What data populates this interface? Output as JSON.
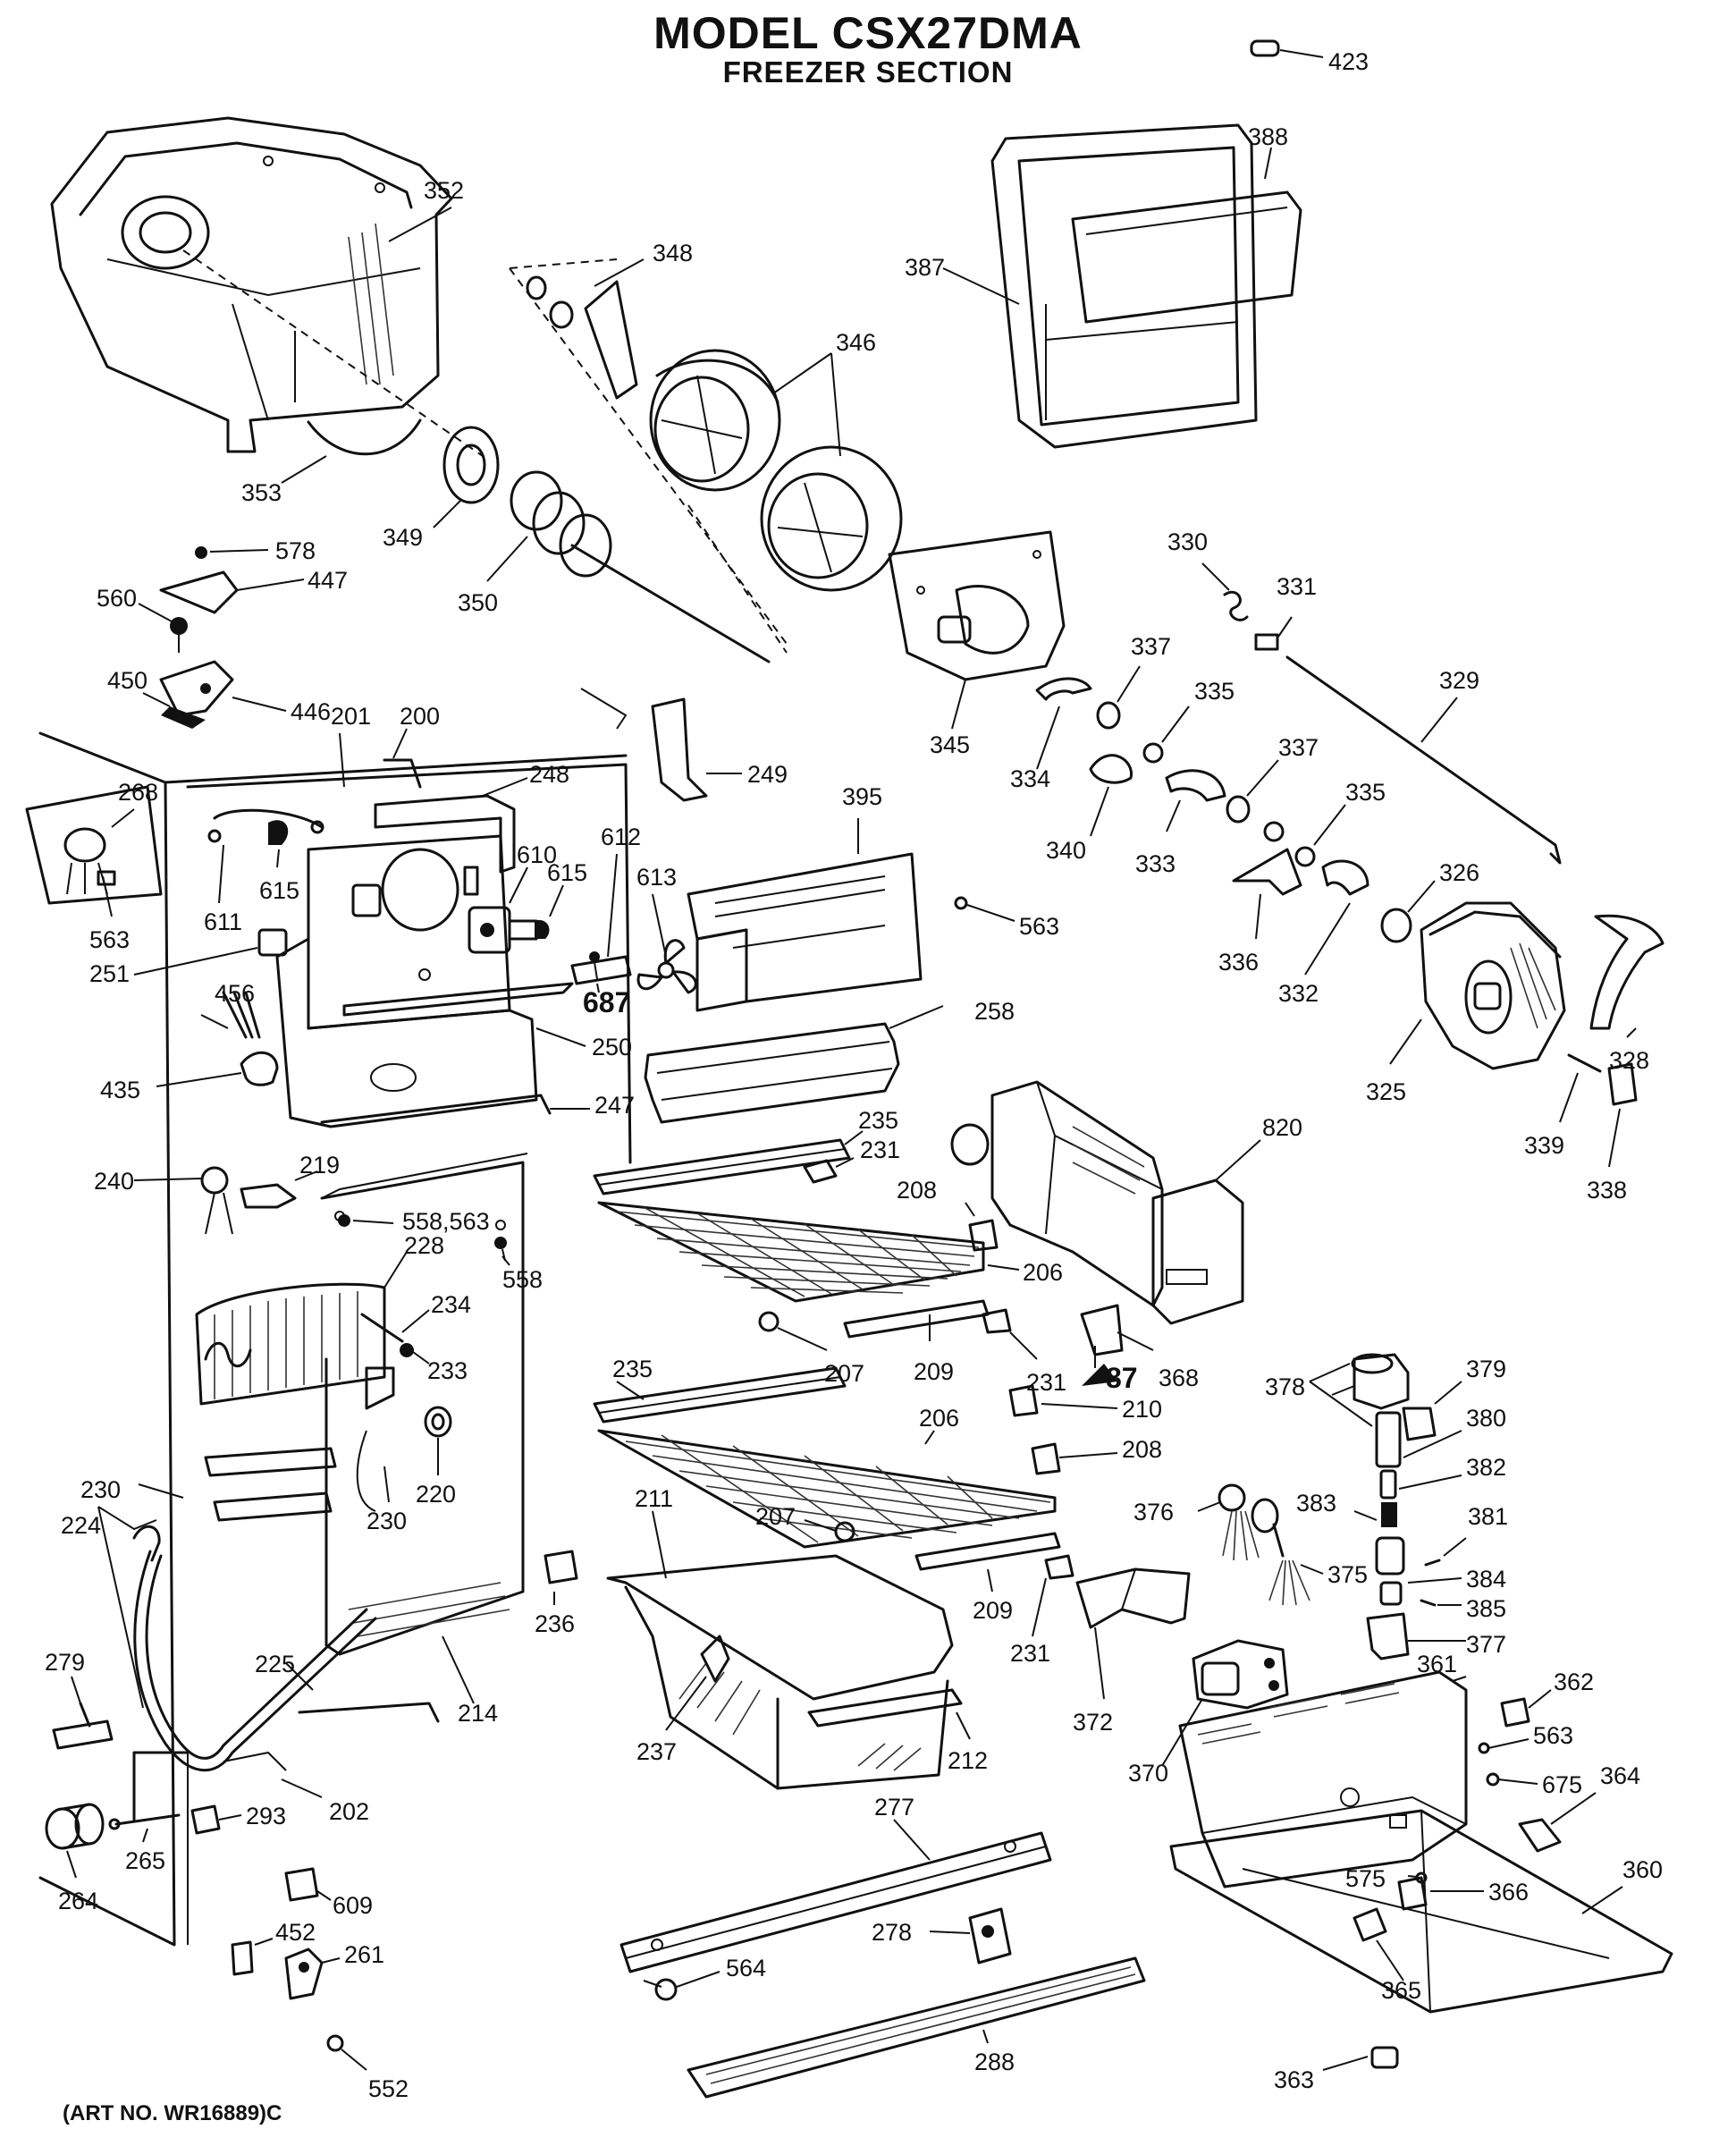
{
  "title": "MODEL CSX27DMA",
  "subtitle": "FREEZER SECTION",
  "art_number": "(ART NO. WR16889)C",
  "callouts": [
    {
      "id": "c423",
      "text": "423"
    },
    {
      "id": "c388",
      "text": "388"
    },
    {
      "id": "c352",
      "text": "352"
    },
    {
      "id": "c348",
      "text": "348"
    },
    {
      "id": "c387",
      "text": "387"
    },
    {
      "id": "c346",
      "text": "346"
    },
    {
      "id": "c353",
      "text": "353"
    },
    {
      "id": "c349",
      "text": "349"
    },
    {
      "id": "c578",
      "text": "578"
    },
    {
      "id": "c330",
      "text": "330"
    },
    {
      "id": "c331",
      "text": "331"
    },
    {
      "id": "c447",
      "text": "447"
    },
    {
      "id": "c560",
      "text": "560"
    },
    {
      "id": "c350",
      "text": "350"
    },
    {
      "id": "c337a",
      "text": "337"
    },
    {
      "id": "c329",
      "text": "329"
    },
    {
      "id": "c450",
      "text": "450"
    },
    {
      "id": "c446",
      "text": "446"
    },
    {
      "id": "c201",
      "text": "201"
    },
    {
      "id": "c200",
      "text": "200"
    },
    {
      "id": "c345",
      "text": "345"
    },
    {
      "id": "c335a",
      "text": "335"
    },
    {
      "id": "c249",
      "text": "249"
    },
    {
      "id": "c334",
      "text": "334"
    },
    {
      "id": "c337b",
      "text": "337"
    },
    {
      "id": "c268",
      "text": "268"
    },
    {
      "id": "c248",
      "text": "248"
    },
    {
      "id": "c395",
      "text": "395"
    },
    {
      "id": "c335b",
      "text": "335"
    },
    {
      "id": "c612",
      "text": "612"
    },
    {
      "id": "c610",
      "text": "610"
    },
    {
      "id": "c340",
      "text": "340"
    },
    {
      "id": "c615a",
      "text": "615"
    },
    {
      "id": "c613",
      "text": "613"
    },
    {
      "id": "c333",
      "text": "333"
    },
    {
      "id": "c326",
      "text": "326"
    },
    {
      "id": "c611",
      "text": "611"
    },
    {
      "id": "c615b",
      "text": "615"
    },
    {
      "id": "c563a",
      "text": "563"
    },
    {
      "id": "c563b",
      "text": "563"
    },
    {
      "id": "c687",
      "text": "687"
    },
    {
      "id": "c336",
      "text": "336"
    },
    {
      "id": "c251",
      "text": "251"
    },
    {
      "id": "c332",
      "text": "332"
    },
    {
      "id": "c456",
      "text": "456"
    },
    {
      "id": "c258",
      "text": "258"
    },
    {
      "id": "c250",
      "text": "250"
    },
    {
      "id": "c328",
      "text": "328"
    },
    {
      "id": "c435",
      "text": "435"
    },
    {
      "id": "c247",
      "text": "247"
    },
    {
      "id": "c325",
      "text": "325"
    },
    {
      "id": "c820",
      "text": "820"
    },
    {
      "id": "c235a",
      "text": "235"
    },
    {
      "id": "c339",
      "text": "339"
    },
    {
      "id": "c231a",
      "text": "231"
    },
    {
      "id": "c240",
      "text": "240"
    },
    {
      "id": "c219",
      "text": "219"
    },
    {
      "id": "c338",
      "text": "338"
    },
    {
      "id": "c208a",
      "text": "208"
    },
    {
      "id": "c558_563",
      "text": "558,563"
    },
    {
      "id": "c228",
      "text": "228"
    },
    {
      "id": "c558",
      "text": "558"
    },
    {
      "id": "c206a",
      "text": "206"
    },
    {
      "id": "c234",
      "text": "234"
    },
    {
      "id": "c233",
      "text": "233"
    },
    {
      "id": "c207a",
      "text": "207"
    },
    {
      "id": "c209a",
      "text": "209"
    },
    {
      "id": "c231b",
      "text": "231"
    },
    {
      "id": "c87",
      "text": "87"
    },
    {
      "id": "c368",
      "text": "368"
    },
    {
      "id": "c379",
      "text": "379"
    },
    {
      "id": "c378",
      "text": "378"
    },
    {
      "id": "c235b",
      "text": "235"
    },
    {
      "id": "c206b",
      "text": "206"
    },
    {
      "id": "c210",
      "text": "210"
    },
    {
      "id": "c380",
      "text": "380"
    },
    {
      "id": "c220",
      "text": "220"
    },
    {
      "id": "c208b",
      "text": "208"
    },
    {
      "id": "c382",
      "text": "382"
    },
    {
      "id": "c230a",
      "text": "230"
    },
    {
      "id": "c211",
      "text": "211"
    },
    {
      "id": "c383",
      "text": "383"
    },
    {
      "id": "c376",
      "text": "376"
    },
    {
      "id": "c224",
      "text": "224"
    },
    {
      "id": "c207b",
      "text": "207"
    },
    {
      "id": "c381",
      "text": "381"
    },
    {
      "id": "c230b",
      "text": "230"
    },
    {
      "id": "c375",
      "text": "375"
    },
    {
      "id": "c384",
      "text": "384"
    },
    {
      "id": "c209b",
      "text": "209"
    },
    {
      "id": "c385",
      "text": "385"
    },
    {
      "id": "c236",
      "text": "236"
    },
    {
      "id": "c231c",
      "text": "231"
    },
    {
      "id": "c377",
      "text": "377"
    },
    {
      "id": "c279",
      "text": "279"
    },
    {
      "id": "c361",
      "text": "361"
    },
    {
      "id": "c362",
      "text": "362"
    },
    {
      "id": "c225",
      "text": "225"
    },
    {
      "id": "c214",
      "text": "214"
    },
    {
      "id": "c372",
      "text": "372"
    },
    {
      "id": "c563c",
      "text": "563"
    },
    {
      "id": "c237",
      "text": "237"
    },
    {
      "id": "c212",
      "text": "212"
    },
    {
      "id": "c370",
      "text": "370"
    },
    {
      "id": "c675",
      "text": "675"
    },
    {
      "id": "c364",
      "text": "364"
    },
    {
      "id": "c277",
      "text": "277"
    },
    {
      "id": "c202",
      "text": "202"
    },
    {
      "id": "c293",
      "text": "293"
    },
    {
      "id": "c265",
      "text": "265"
    },
    {
      "id": "c360",
      "text": "360"
    },
    {
      "id": "c575",
      "text": "575"
    },
    {
      "id": "c366",
      "text": "366"
    },
    {
      "id": "c609",
      "text": "609"
    },
    {
      "id": "c264",
      "text": "264"
    },
    {
      "id": "c278",
      "text": "278"
    },
    {
      "id": "c452",
      "text": "452"
    },
    {
      "id": "c261",
      "text": "261"
    },
    {
      "id": "c564",
      "text": "564"
    },
    {
      "id": "c365",
      "text": "365"
    },
    {
      "id": "c552",
      "text": "552"
    },
    {
      "id": "c288",
      "text": "288"
    },
    {
      "id": "c363",
      "text": "363"
    }
  ]
}
